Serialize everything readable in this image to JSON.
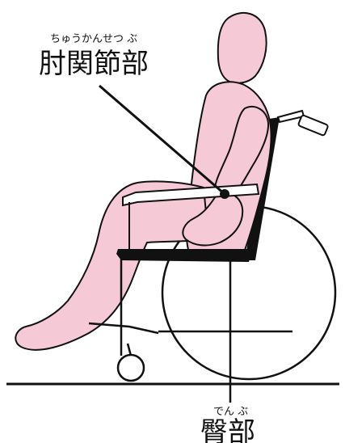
{
  "labels": {
    "elbow": {
      "ruby": "ちゅうかんせつ ぶ",
      "text": "肘関節部"
    },
    "buttock": {
      "ruby": "でん ぶ",
      "text": "臀部"
    }
  },
  "colors": {
    "skin": "#f6c9d7",
    "line": "#111111",
    "background": "#ffffff"
  }
}
